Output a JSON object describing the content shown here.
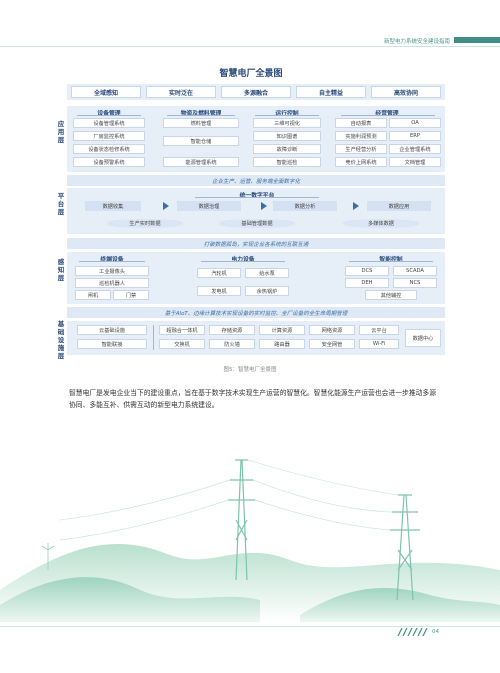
{
  "header": {
    "title": "新型电力系统安全建设指南"
  },
  "diagram": {
    "title": "智慧电厂全景图",
    "top_items": [
      "全域感知",
      "实时泛在",
      "多源融合",
      "自主精益",
      "高效协同"
    ],
    "layers": {
      "application": "应用层",
      "platform": "平台层",
      "sensing": "感知层",
      "infrastructure": "基础设施层"
    },
    "app_groups": [
      {
        "title": "设备管理",
        "items": [
          "设备管理系统",
          "厂房监控系统",
          "设备状态检修系统",
          "设备预警系统"
        ]
      },
      {
        "title": "物资及燃料管理",
        "items": [
          "燃料管理",
          "智能仓储",
          "能源管理系统"
        ]
      },
      {
        "title": "运行控制",
        "items": [
          "三维可视化",
          "知识图谱",
          "故障诊断",
          "智能巡检"
        ]
      },
      {
        "title": "经营管理",
        "items": [
          "自动报表",
          "OA",
          "实施利润预测",
          "ERP",
          "生产经营分析",
          "企业管理系统",
          "竞价上网系统",
          "文档管理"
        ]
      }
    ],
    "band1": "企业生产、运营、服务端全面数字化",
    "platform": {
      "title": "统一数字平台",
      "flow": [
        "数据收集",
        "数据治理",
        "数据分析",
        "数据应用"
      ],
      "stores": [
        "生产实时数据",
        "基础管理数据",
        "多媒体数据"
      ]
    },
    "band2": "打破数据孤岛，实现企业各系统的互联互通",
    "sense_groups": [
      {
        "title": "终端设备",
        "items": [
          "工业摄像头",
          "巡检机器人",
          "闸机",
          "门禁"
        ]
      },
      {
        "title": "电力设备",
        "items": [
          "汽轮机",
          "给水泵",
          "发电机",
          "余热锅炉"
        ]
      },
      {
        "title": "智能控制",
        "items": [
          "DCS",
          "SCADA",
          "DEH",
          "NCS",
          "其他辅控"
        ]
      }
    ],
    "band3": "基于AIoT、边缘计算技术实现设备的实时监控、全厂设备的全生命周期管理",
    "infra": {
      "left": [
        "云基础设施",
        "智能联接"
      ],
      "row1": [
        "超融合一体机",
        "存储资源",
        "计算资源",
        "网络资源",
        "云平台"
      ],
      "row2": [
        "交换机",
        "防火墙",
        "路由器",
        "安全网管",
        "Wi-Fi"
      ],
      "right": "数据中心"
    }
  },
  "caption": "图5：智慧电厂全景图",
  "paragraph": "智慧电厂是发电企业当下的建设重点，旨在基于数字技术实现生产运营的智慧化。智慧化能源生产运营也会进一步推动多源协同、多能互补、供需互动的新型电力系统建设。",
  "footer": {
    "page": "04"
  }
}
